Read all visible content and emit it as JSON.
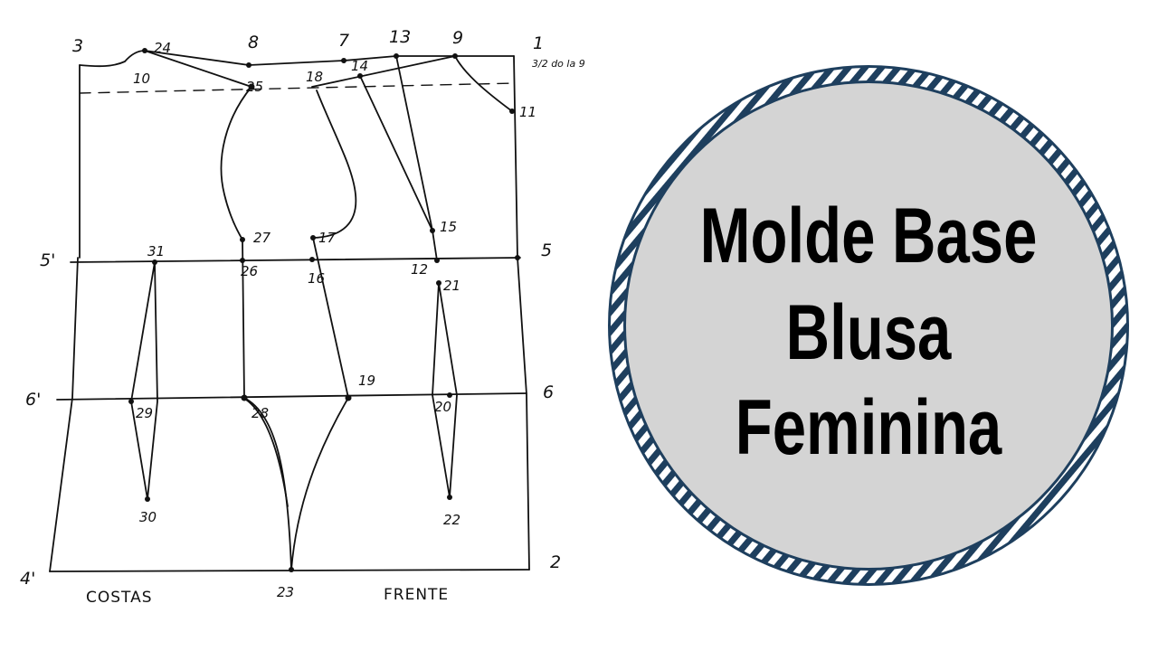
{
  "labels": {
    "p3": "3",
    "p24": "24",
    "p8": "8",
    "p7": "7",
    "p13": "13",
    "p9": "9",
    "p1": "1",
    "note": "3/2 do la 9",
    "p10": "10",
    "p25": "25",
    "p18": "18",
    "p14": "14",
    "p11": "11",
    "p27": "27",
    "p17": "17",
    "p15": "15",
    "p5a": "5'",
    "p31": "31",
    "p26": "26",
    "p16": "16",
    "p12": "12",
    "p5": "5",
    "p21": "21",
    "p6a": "6'",
    "p29": "29",
    "p28": "28",
    "p19": "19",
    "p20": "20",
    "p6": "6",
    "p30": "30",
    "p22": "22",
    "p4": "4'",
    "p23": "23",
    "p2": "2",
    "costas": "COSTAS",
    "frente": "FRENTE"
  },
  "badge": {
    "line1": "Molde Base",
    "line2": "Blusa",
    "line3": "Feminina",
    "fill_color": "#d4d4d4",
    "rope_color": "#1e3f5e"
  }
}
